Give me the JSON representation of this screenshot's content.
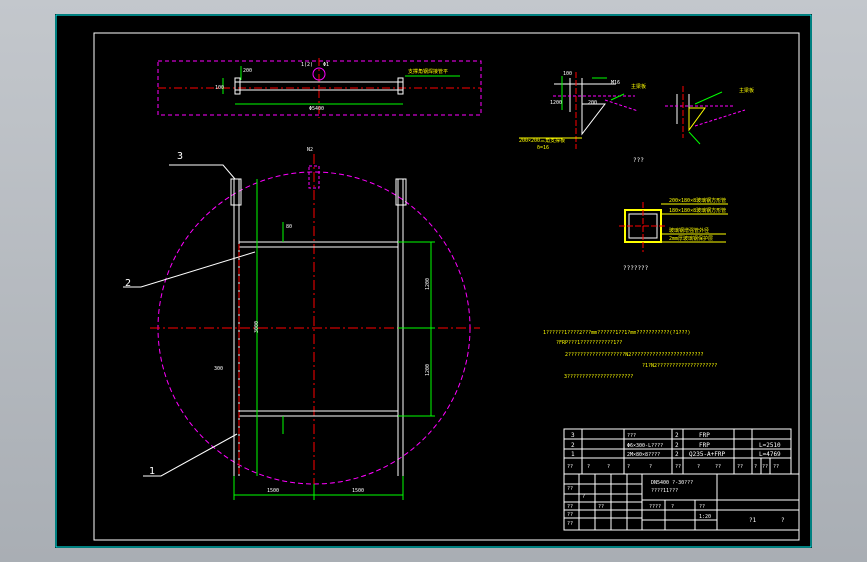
{
  "colors": {
    "background": "#000000",
    "frame": "#ffffff",
    "inner_frame": "#00ffff",
    "centerline": "#ff0000",
    "circle": "#ff00ff",
    "geometry": "#ffffff",
    "dimension": "#00ff00",
    "text_yellow": "#ffff00",
    "table": "#ffffff"
  },
  "top_view": {
    "dim_bottom": "Φ5400",
    "dim_left": "100",
    "dim_mid": "1(2)",
    "dim_hole": "Φ1",
    "dim_side": "200",
    "note": "支撑角钢焊接管平"
  },
  "main_view": {
    "label_nozzle": "N2",
    "leader_1": "1",
    "leader_2": "2",
    "leader_3": "3",
    "dim_a": "80",
    "dim_height": "3000",
    "dim_upper": "1200",
    "dim_lower": "1200",
    "dim_left_offset": "300",
    "dim_bottom_left": "1500",
    "dim_bottom_right": "1500"
  },
  "detail_a": {
    "dim_top": "100",
    "dim_top2": "M16",
    "dim_left": "1200",
    "dim_small": "200",
    "note_right": "主梁板",
    "note_bottom": "200×200三角支撑板",
    "note_bottom2": "δ=16",
    "caption": "???"
  },
  "detail_b": {
    "note_right": "主梁板",
    "caption": ""
  },
  "detail_section": {
    "note1": "200×180×8玻璃钢方形管",
    "note2": "180×180×8玻璃钢方形管",
    "note3": "玻璃钢增强管外径",
    "note4": "2mm厚玻璃钢保护层",
    "caption": "???????"
  },
  "notes": [
    "1??????1????2???mm??????1??1?mm???????????(?1???)",
    "?FRP???1???????????1??",
    "2???????????????????N2????????????????????????",
    "?1?N2????????????????????",
    "3??????????????????????"
  ],
  "bom": {
    "rows": [
      {
        "no": "3",
        "name": "???",
        "qty": "2",
        "mat": "FRP",
        "note": "L=2510"
      },
      {
        "no": "2",
        "name": "Φ6×300-L????",
        "qty": "2",
        "mat": "FRP",
        "note": ""
      },
      {
        "no": "1",
        "name": "2M×80×8????",
        "qty": "2",
        "mat": "Q235-A+FRP",
        "note": "L=4769"
      }
    ],
    "header": [
      "??",
      "?",
      "?",
      "?",
      "?",
      "??",
      "?",
      "??",
      "??",
      "?",
      "??",
      "??"
    ]
  },
  "title_block": {
    "title1": "DN5400 ?-30???",
    "title2": "????11???",
    "sheet_left": "?1",
    "sheet_right": "?",
    "scale": "1:20",
    "c1": "??",
    "c2": "?",
    "c3": "??",
    "c4": "??",
    "c5": "??",
    "c6": "??",
    "c7": "????",
    "c8": "?",
    "c9": "??"
  }
}
